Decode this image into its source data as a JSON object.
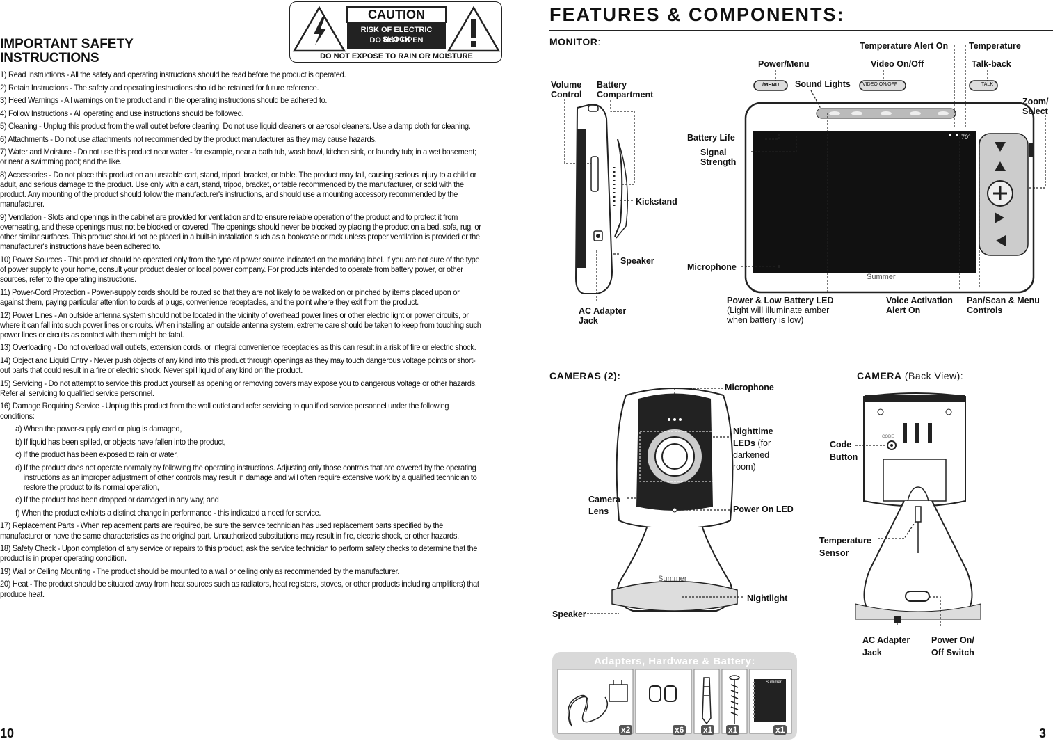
{
  "safety": {
    "title_line1": "IMPORTANT SAFETY",
    "title_line2": "INSTRUCTIONS",
    "caution": {
      "header": "CAUTION",
      "line1": "RISK OF ELECTRIC SHOCK",
      "line2": "DO NOT OPEN",
      "footer": "DO NOT EXPOSE TO RAIN OR MOISTURE"
    },
    "rules": [
      "1)    Read Instructions - All the safety and operating instructions should be read before the product is operated.",
      "2)    Retain Instructions - The safety and operating instructions should be retained for future reference.",
      "3)    Heed Warnings - All warnings on the product and in the operating instructions should be adhered to.",
      "4)    Follow Instructions - All operating and use instructions should be followed.",
      "5)    Cleaning - Unplug this product from the wall outlet before cleaning. Do not use liquid cleaners or aerosol cleaners. Use a damp cloth for cleaning.",
      "6)    Attachments - Do not use attachments not recommended by the product manufacturer as they may cause hazards.",
      "7)    Water and Moisture - Do not use this product near water - for example, near a bath tub, wash bowl, kitchen sink, or laundry tub; in a wet basement; or near a swimming pool; and the like.",
      "8)    Accessories - Do not place this product on an unstable cart, stand, tripod, bracket, or table. The product may fall, causing serious injury to a child or adult, and serious damage to the product. Use only with a cart, stand, tripod, bracket, or table recommended by the manufacturer, or sold with the product. Any mounting of the product should follow the manufacturer's instructions, and should use a mounting accessory recommended by the manufacturer.",
      "9)    Ventilation - Slots and openings in the cabinet are provided for ventilation and to ensure reliable operation of the product and to protect it from overheating, and these openings must not be blocked or covered. The openings should never be blocked by placing the product on a bed, sofa, rug, or other similar surfaces. This product should not be placed in a built-in installation such as a bookcase or rack unless proper ventilation is provided or the manufacturer's instructions have been adhered to.",
      "10)  Power Sources - This product should be operated only from the type of power source indicated on the marking label. If you are not sure of the type of power supply to your home, consult your product dealer or local power company. For products intended to operate from battery power, or other sources, refer to the operating instructions.",
      "11)  Power-Cord Protection - Power-supply cords should be routed so that they are not likely to be walked on or pinched by items placed upon or against them, paying particular attention to cords at plugs, convenience receptacles, and the point where they exit from the product.",
      "12)  Power Lines - An outside antenna system should not be located in the vicinity of overhead power lines or other electric light or power circuits, or where it can fall into such power lines or circuits. When installing an outside antenna system, extreme care should be taken to keep from touching such power lines or circuits as contact with them might be fatal.",
      "13)  Overloading - Do not overload wall outlets, extension cords, or integral convenience receptacles as this can result in a risk of fire or electric shock.",
      "14)  Object and Liquid Entry - Never push objects of any kind into this product through openings as they may touch dangerous voltage points or short-out parts that could result in a fire or electric shock. Never spill liquid of any kind on the product.",
      "15)  Servicing - Do not attempt to service this product yourself as opening or removing covers may expose you to dangerous voltage or other hazards. Refer all servicing to qualified service personnel.",
      "16)  Damage Requiring Service - Unplug this product from the wall outlet and refer servicing to qualified service personnel under the following conditions:"
    ],
    "subconditions": [
      "a) When the power-supply cord or plug is damaged,",
      "b) If liquid has been spilled, or objects have fallen into the product,",
      "c) If the product has been exposed to rain or water,",
      "d) If the product does not operate normally by following the operating instructions. Adjusting only those controls that are covered by the operating instructions as an improper adjustment of other controls may result in damage and will often require extensive work by a qualified technician to restore the product to its normal operation,",
      "e) If the product has been dropped or damaged in any way, and",
      "f) When the product exhibits a distinct change in performance - this indicated a need for service."
    ],
    "rules_after": [
      "17)  Replacement Parts - When replacement parts are required, be sure the service technician has used replacement parts specified by the manufacturer or have the same characteristics as the original part. Unauthorized substitutions may result in fire, electric shock, or other hazards.",
      "18)  Safety Check - Upon completion of any service or repairs to this product, ask the service technician to perform safety checks to determine that the product is in proper operating condition.",
      "19)  Wall or Ceiling Mounting - The product should be mounted to a wall or ceiling only as recommended by the manufacturer.",
      "20)  Heat - The product should be situated away from heat sources such as radiators, heat registers, stoves, or other products including amplifiers) that produce heat."
    ],
    "page_number": "10"
  },
  "features": {
    "title": "FEATURES & COMPONENTS:",
    "monitor": {
      "heading": "MONITOR",
      "heading_colon": ":",
      "labels": {
        "volume_control_1": "Volume",
        "volume_control_2": "Control",
        "battery_compartment_1": "Battery",
        "battery_compartment_2": "Compartment",
        "kickstand": "Kickstand",
        "speaker": "Speaker",
        "ac_adapter_1": "AC Adapter",
        "ac_adapter_2": "Jack",
        "power_menu": "Power/Menu",
        "sound_lights": "Sound Lights",
        "video_onoff": "Video On/Off",
        "temp_alert": "Temperature Alert On",
        "temperature": "Temperature",
        "talk_back": "Talk-back",
        "zoom_1": "Zoom/",
        "zoom_2": "Select",
        "battery_life": "Battery Life",
        "signal_1": "Signal",
        "signal_2": "Strength",
        "microphone": "Microphone",
        "power_led": "Power & Low Battery LED",
        "power_led_note_1": "(Light will illuminate amber",
        "power_led_note_2": "when battery is low)",
        "voice_1": "Voice Activation",
        "voice_2": "Alert On",
        "pan_1": "Pan/Scan & Menu",
        "pan_2": "Controls"
      },
      "buttons": {
        "menu": "/MENU",
        "video": "VIDEO ON/OFF",
        "talk": "TALK"
      },
      "screen_temp": "70°",
      "brand": "Summer"
    },
    "cameras": {
      "heading": "CAMERAS (2):",
      "labels": {
        "microphone": "Microphone",
        "nighttime_1": "Nighttime",
        "nighttime_2": "LEDs",
        "nighttime_3": " (for",
        "nighttime_4": "darkened",
        "nighttime_5": "room)",
        "camera_lens_1": "Camera",
        "camera_lens_2": "Lens",
        "power_on_led": "Power On LED",
        "nightlight": "Nightlight",
        "speaker": "Speaker"
      },
      "brand": "Summer"
    },
    "camera_back": {
      "heading": "CAMERA",
      "heading_note": " (Back View):",
      "labels": {
        "code_1": "Code",
        "code_2": "Button",
        "temp_1": "Temperature",
        "temp_2": "Sensor",
        "ac_1": "AC Adapter",
        "ac_2": "Jack",
        "power_1": "Power On/",
        "power_2": "Off Switch"
      },
      "code_text": "CODE"
    },
    "hardware": {
      "title": "Adapters, Hardware & Battery:",
      "quantities": [
        "x2",
        "x6",
        "x1",
        "x1",
        "x1"
      ],
      "brand": "Summer"
    },
    "page_number": "3"
  }
}
